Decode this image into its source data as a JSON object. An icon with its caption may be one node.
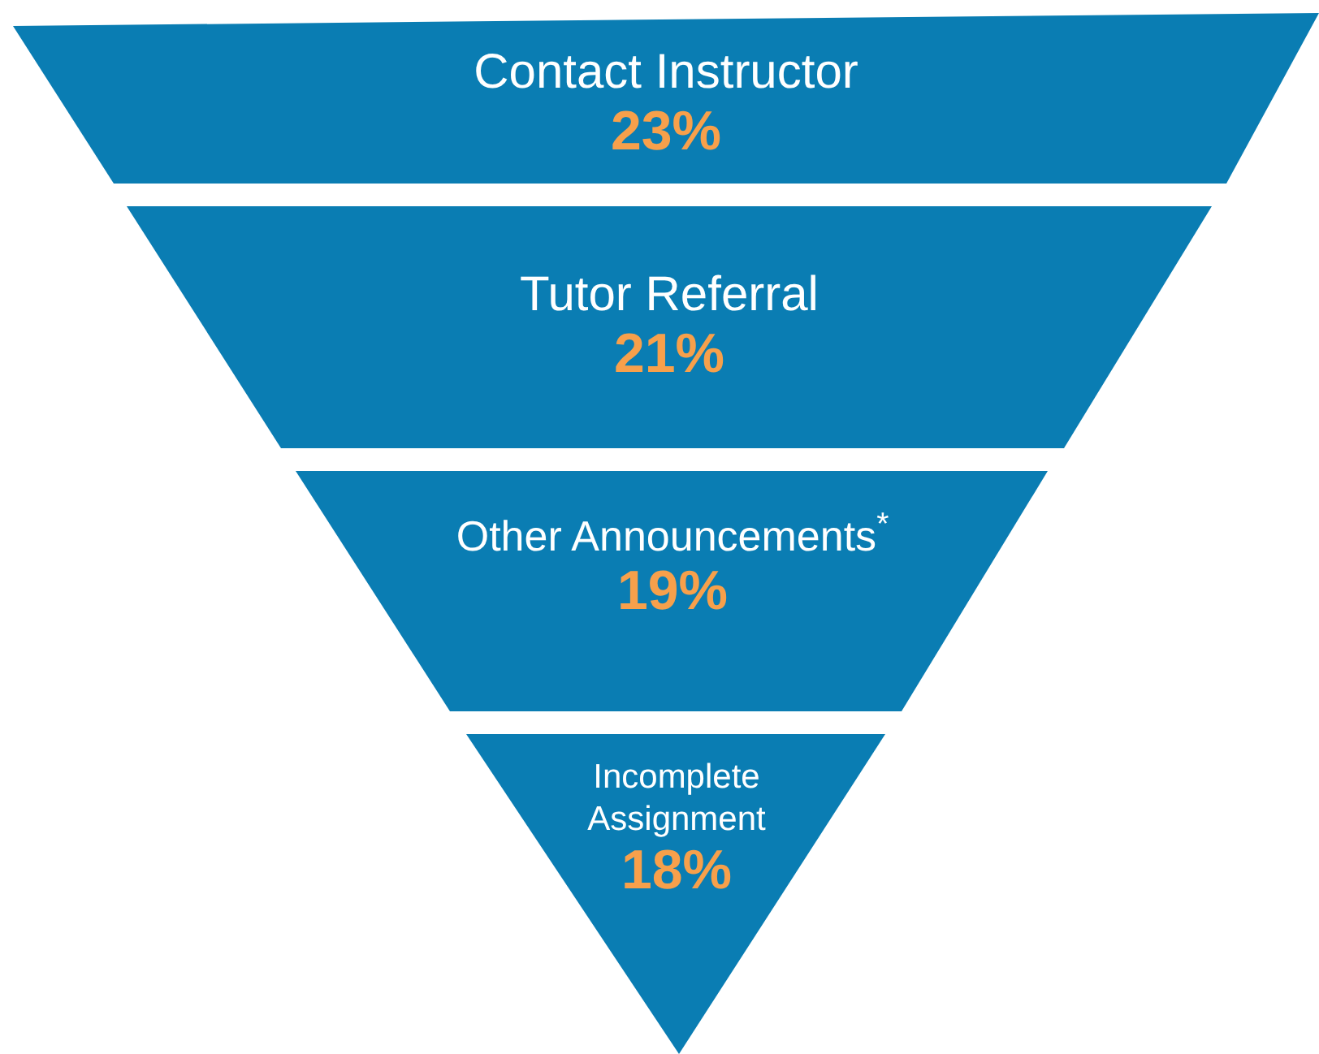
{
  "diagram": {
    "nodes": [
      {
        "text": [
          "Contact Instructor",
          "23%"
        ]
      },
      {
        "text": [
          "Tutor Referral",
          "21%"
        ]
      },
      {
        "text": [
          "Other Announcements$^{*}$",
          "19%"
        ]
      },
      {
        "text": [
          "Incomplete Assignment",
          "18%"
        ]
      }
    ]
  }
}
